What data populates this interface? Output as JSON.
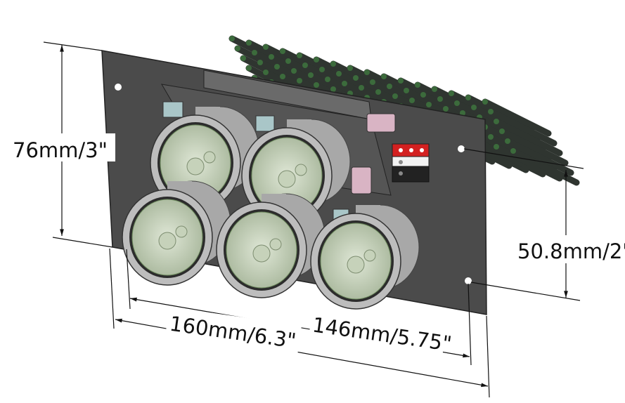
{
  "dimensions": {
    "height_total": "76mm/3\"",
    "hole_spacing_vertical": "50.8mm/2\"",
    "width_total": "160mm/6.3\"",
    "hole_spacing_horizontal": "146mm/5.75\""
  },
  "colors": {
    "panel": "#4a4a4a",
    "fins": "#2f3530",
    "gauge_body": "#b9b9b9",
    "gauge_face": "#cfd9c4",
    "connector_pink": "#d9b4c4",
    "connector_cyan": "#a9c6c8",
    "led_red": "#d32020"
  }
}
